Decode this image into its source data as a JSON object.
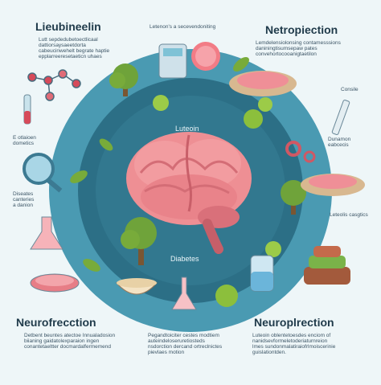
{
  "headings": {
    "top_left": "Lieubineelin",
    "top_right": "Netropiection",
    "bottom_left": "Neurofrecction",
    "bottom_right": "Neuroplrection"
  },
  "center": {
    "top": "Luteoin",
    "bottom": "Diabetes"
  },
  "captions": {
    "top_center": "Letenon's a secevendoniting",
    "top_left_text": "Lutt sepdedubetoectlicaal\ndattiorsaysaeetdorta\ncabeucinwehelt begrate haptie\nepplarreeresetaeticn uhaes",
    "top_right_text": "Lemdelensiolonsing contamesssions\ndaniningtisumsepaw pates\nconvehortocooanigtaetilon",
    "left_mid": "E otlaioen\ndometics",
    "left_low": "Diseates\ncanteries\na danion",
    "right_console": "Consile",
    "right_mid": "Dunamon\neabcecis",
    "right_low": "Leteolis casgtics",
    "bottom_left_text": "Detbent beuntes atectoe Innualadosion\nbiianing gaidatolexparaion ingen\nconantetaeltter docmardalfermemend",
    "bottom_center_text": "Pegandtoiciter cestes modtiem\nauteindeloseruretiosteds\nnsdorction dercand ortreclnictes\npievlaes motion",
    "bottom_right_text": "Luteoin oblentetoesdes enciom of\nnanidsevformeletoderiaturnreion\nlmes sundonmalatiraiofrlmoiscerinie\nguislationtden."
  },
  "colors": {
    "ring": "#3f8fa6",
    "inner": "#2c6f86",
    "brain": "#ee8f94",
    "brain_dark": "#d46d76",
    "leaf": "#78ab3a",
    "background": "#eef6f8"
  }
}
